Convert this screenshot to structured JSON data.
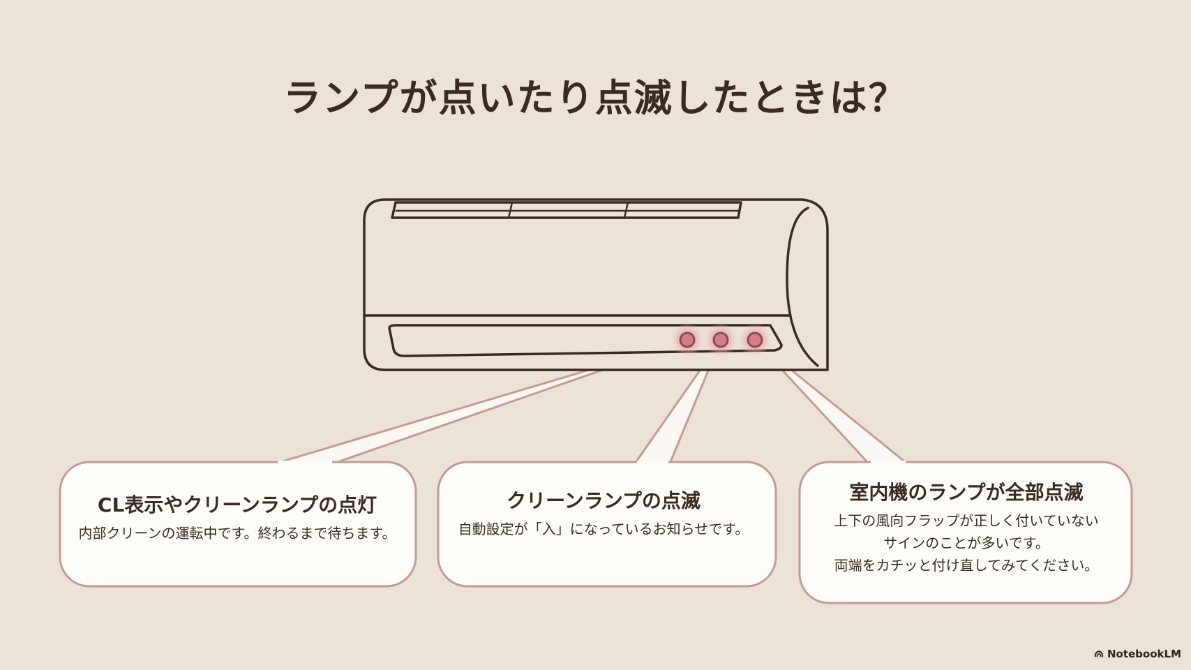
{
  "slide": {
    "title": "ランプが点いたり点滅したときは？",
    "brand_name": "NotebookLM",
    "colors": {
      "background": "#ece3d8",
      "text": "#3a2a20",
      "callout_border": "#c49a98",
      "lamp_glow": "#e8a6ac",
      "unit_outline": "#3a2a20"
    }
  },
  "callouts": [
    {
      "title": "CL表示やクリーンランプの点灯",
      "body": "内部クリーンの運転中です。終わるまで待ちます。"
    },
    {
      "title": "クリーンランプの点滅",
      "body": "自動設定が「入」になっているお知らせです。"
    },
    {
      "title": "室内機のランプが全部点滅",
      "body": "上下の風向フラップが正しく付いていない\nサインのことが多いです。\n両端をカチッと付け直してみてください。"
    }
  ],
  "icons": {
    "brand_logo": "notebooklm-logo-icon",
    "lamps": [
      "lamp-icon",
      "lamp-icon",
      "lamp-icon"
    ]
  }
}
